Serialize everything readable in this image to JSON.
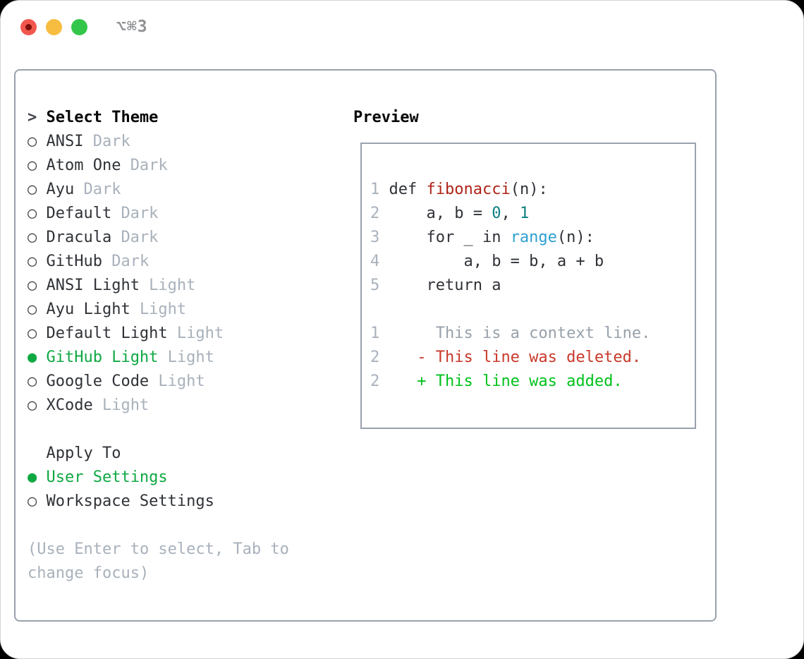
{
  "window": {
    "title": "⌥⌘3"
  },
  "palette": {
    "accent_green": "#0fa843",
    "panel_border": "#9aa2ad",
    "muted_gray": "#a8b1bb",
    "text_dark": "#2f3237",
    "function_red": "#ae2418",
    "number_teal": "#0b7f80",
    "builtin_blue": "#2d9fd2",
    "diff_deleted_red": "#c8392b",
    "diff_added_green": "#01c11c",
    "traffic_red": "#f2574e",
    "traffic_yellow": "#f7bd40",
    "traffic_green": "#34c64a"
  },
  "theme_panel": {
    "header_prefix": ">",
    "header": "Select Theme",
    "bullet_selected": "●",
    "bullet_unselected": "○",
    "items": [
      {
        "name": "ANSI",
        "tag": "Dark",
        "selected": false
      },
      {
        "name": "Atom One",
        "tag": "Dark",
        "selected": false
      },
      {
        "name": "Ayu",
        "tag": "Dark",
        "selected": false
      },
      {
        "name": "Default",
        "tag": "Dark",
        "selected": false
      },
      {
        "name": "Dracula",
        "tag": "Dark",
        "selected": false
      },
      {
        "name": "GitHub",
        "tag": "Dark",
        "selected": false
      },
      {
        "name": "ANSI Light",
        "tag": "Light",
        "selected": false
      },
      {
        "name": "Ayu Light",
        "tag": "Light",
        "selected": false
      },
      {
        "name": "Default Light",
        "tag": "Light",
        "selected": false
      },
      {
        "name": "GitHub Light",
        "tag": "Light",
        "selected": true
      },
      {
        "name": "Google Code",
        "tag": "Light",
        "selected": false
      },
      {
        "name": "XCode",
        "tag": "Light",
        "selected": false
      }
    ],
    "apply_to": {
      "header": "Apply To",
      "options": [
        {
          "label": "User Settings",
          "selected": true
        },
        {
          "label": "Workspace Settings",
          "selected": false
        }
      ]
    },
    "hint_lines": [
      "(Use Enter to select, Tab to",
      "change focus)"
    ]
  },
  "preview": {
    "header": "Preview",
    "code_lines": [
      {
        "num": "1",
        "segments": [
          {
            "t": " def ",
            "c": "kw"
          },
          {
            "t": "fibonacci",
            "c": "fn"
          },
          {
            "t": "(n):",
            "c": "pl"
          }
        ]
      },
      {
        "num": "2",
        "segments": [
          {
            "t": "     a, b = ",
            "c": "pl"
          },
          {
            "t": "0",
            "c": "num"
          },
          {
            "t": ", ",
            "c": "pl"
          },
          {
            "t": "1",
            "c": "num"
          }
        ]
      },
      {
        "num": "3",
        "segments": [
          {
            "t": "     for _ in ",
            "c": "pl"
          },
          {
            "t": "range",
            "c": "blt"
          },
          {
            "t": "(n):",
            "c": "pl"
          }
        ]
      },
      {
        "num": "4",
        "segments": [
          {
            "t": "         a, b = b, a + b",
            "c": "pl"
          }
        ]
      },
      {
        "num": "5",
        "segments": [
          {
            "t": "     return a",
            "c": "pl"
          }
        ]
      }
    ],
    "diff_lines": [
      {
        "num": "1",
        "segments": [
          {
            "t": "      This is a context line.",
            "c": "ctx"
          }
        ]
      },
      {
        "num": "2",
        "segments": [
          {
            "t": "    ",
            "c": "pl"
          },
          {
            "t": "- This line was deleted.",
            "c": "del"
          }
        ]
      },
      {
        "num": "2",
        "segments": [
          {
            "t": "    ",
            "c": "pl"
          },
          {
            "t": "+ This line was added.",
            "c": "add"
          }
        ]
      }
    ]
  }
}
